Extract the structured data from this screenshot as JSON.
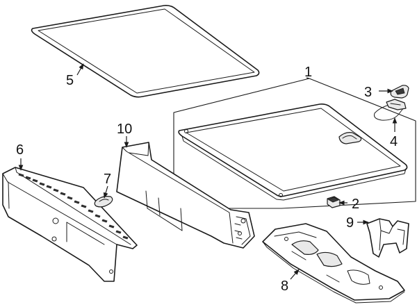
{
  "callouts": {
    "c1": "1",
    "c2": "2",
    "c3": "3",
    "c4": "4",
    "c5": "5",
    "c6": "6",
    "c7": "7",
    "c8": "8",
    "c9": "9",
    "c10": "10"
  },
  "colors": {
    "line": "#1a1a1a",
    "background": "#ffffff",
    "shade": "#e9e9e9"
  }
}
